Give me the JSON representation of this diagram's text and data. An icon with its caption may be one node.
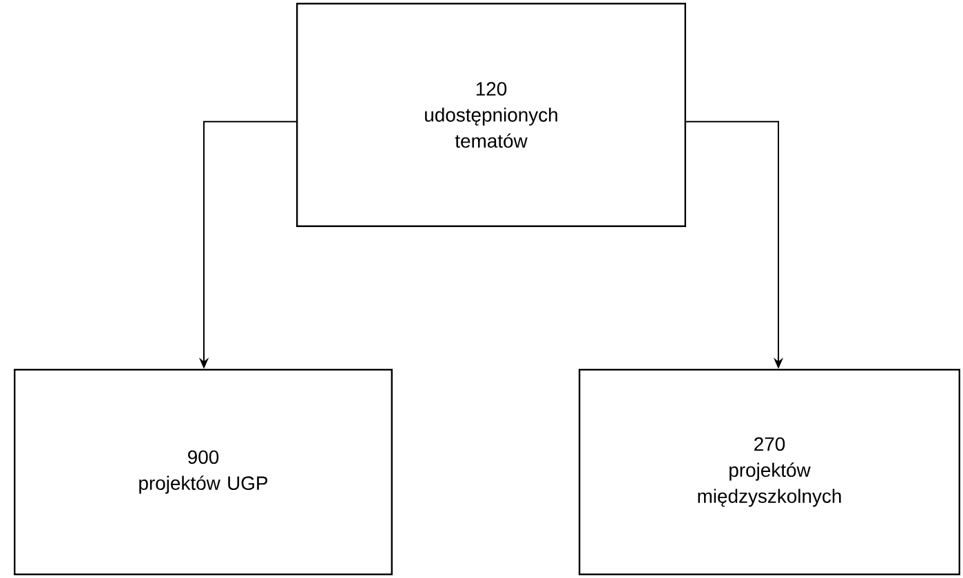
{
  "diagram": {
    "nodes": [
      {
        "text": [
          "120",
          "udostępnionych tematów"
        ]
      },
      {
        "text": [
          "900",
          "projektów UGP"
        ]
      },
      {
        "text": [
          "270",
          "projektów międzyszkolnych"
        ]
      }
    ],
    "edges": [
      {
        "from": 0,
        "to": 1,
        "arrow": "to"
      },
      {
        "from": 0,
        "to": 2,
        "arrow": "to"
      }
    ]
  }
}
